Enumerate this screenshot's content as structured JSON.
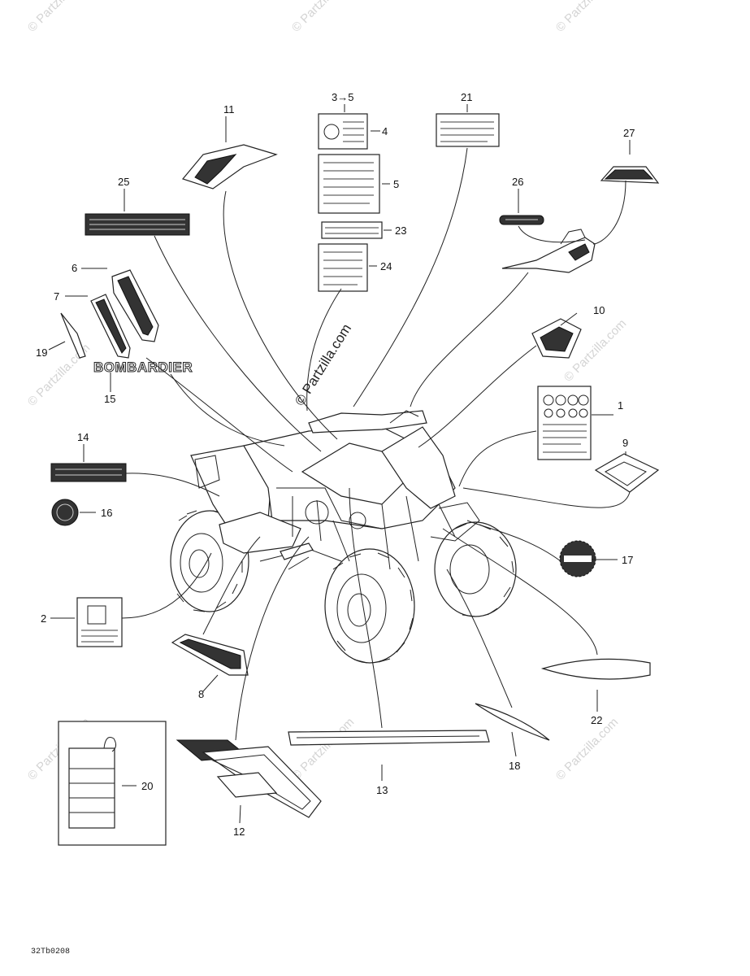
{
  "watermark": "© Partzilla.com",
  "site_stamp": "© Partzilla.com",
  "footer_code": "32Tb0208",
  "brand_decal_text": "BOMBARDIER",
  "callouts": {
    "c1": "1",
    "c2": "2",
    "c3_5": "3→5",
    "c4": "4",
    "c5": "5",
    "c6": "6",
    "c7": "7",
    "c8": "8",
    "c9": "9",
    "c10": "10",
    "c11": "11",
    "c12": "12",
    "c13": "13",
    "c14": "14",
    "c15": "15",
    "c16": "16",
    "c17": "17",
    "c18": "18",
    "c19": "19",
    "c20": "20",
    "c21": "21",
    "c22": "22",
    "c23": "23",
    "c24": "24",
    "c25": "25",
    "c26": "26",
    "c27": "27"
  }
}
